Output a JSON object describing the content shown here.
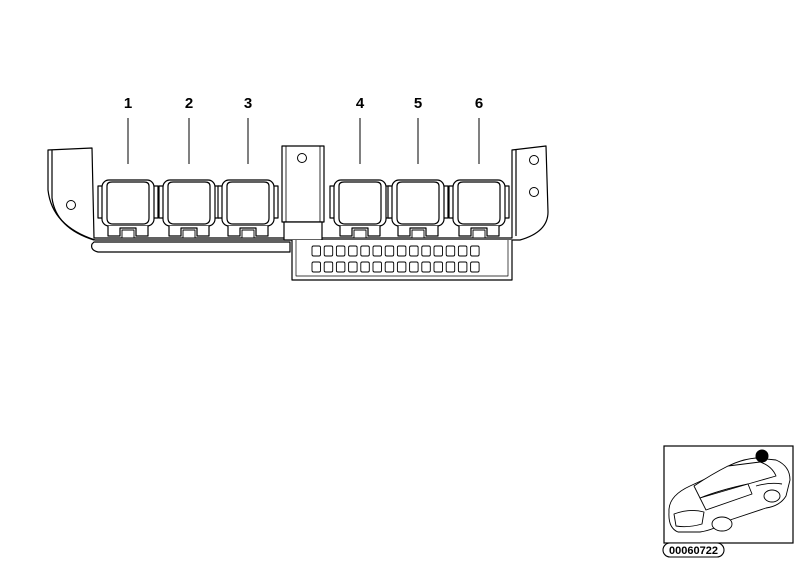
{
  "callouts": [
    "1",
    "2",
    "3",
    "4",
    "5",
    "6"
  ],
  "reference_number": "00060722",
  "thumbnail": {
    "marker_color": "#000000"
  },
  "colors": {
    "line": "#000000",
    "fill": "#ffffff"
  }
}
